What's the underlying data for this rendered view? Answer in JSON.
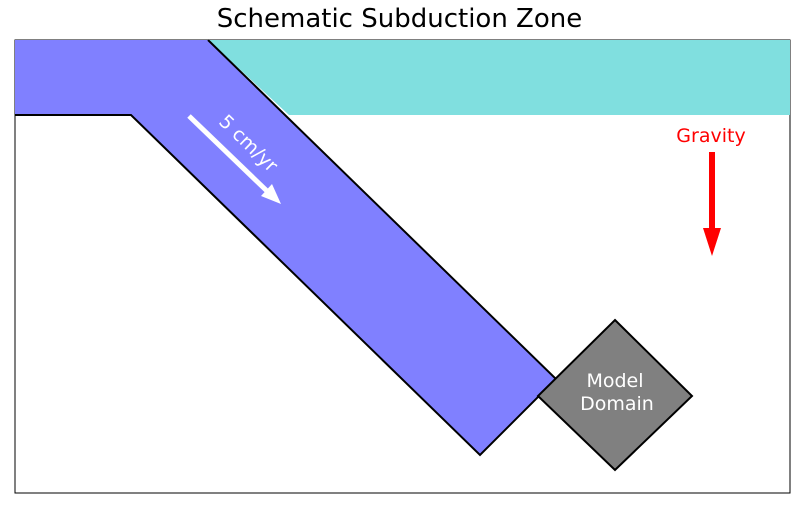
{
  "title": "Schematic Subduction Zone",
  "labels": {
    "velocity": "5 cm/yr",
    "gravity": "Gravity",
    "model_domain_line1": "Model",
    "model_domain_line2": "Domain"
  },
  "colors": {
    "slab": "#8080ff",
    "overriding_plate": "#80dfdf",
    "model_domain": "#808080",
    "gravity": "#ff0000",
    "velocity_arrow": "#ffffff",
    "outline": "#000000"
  }
}
